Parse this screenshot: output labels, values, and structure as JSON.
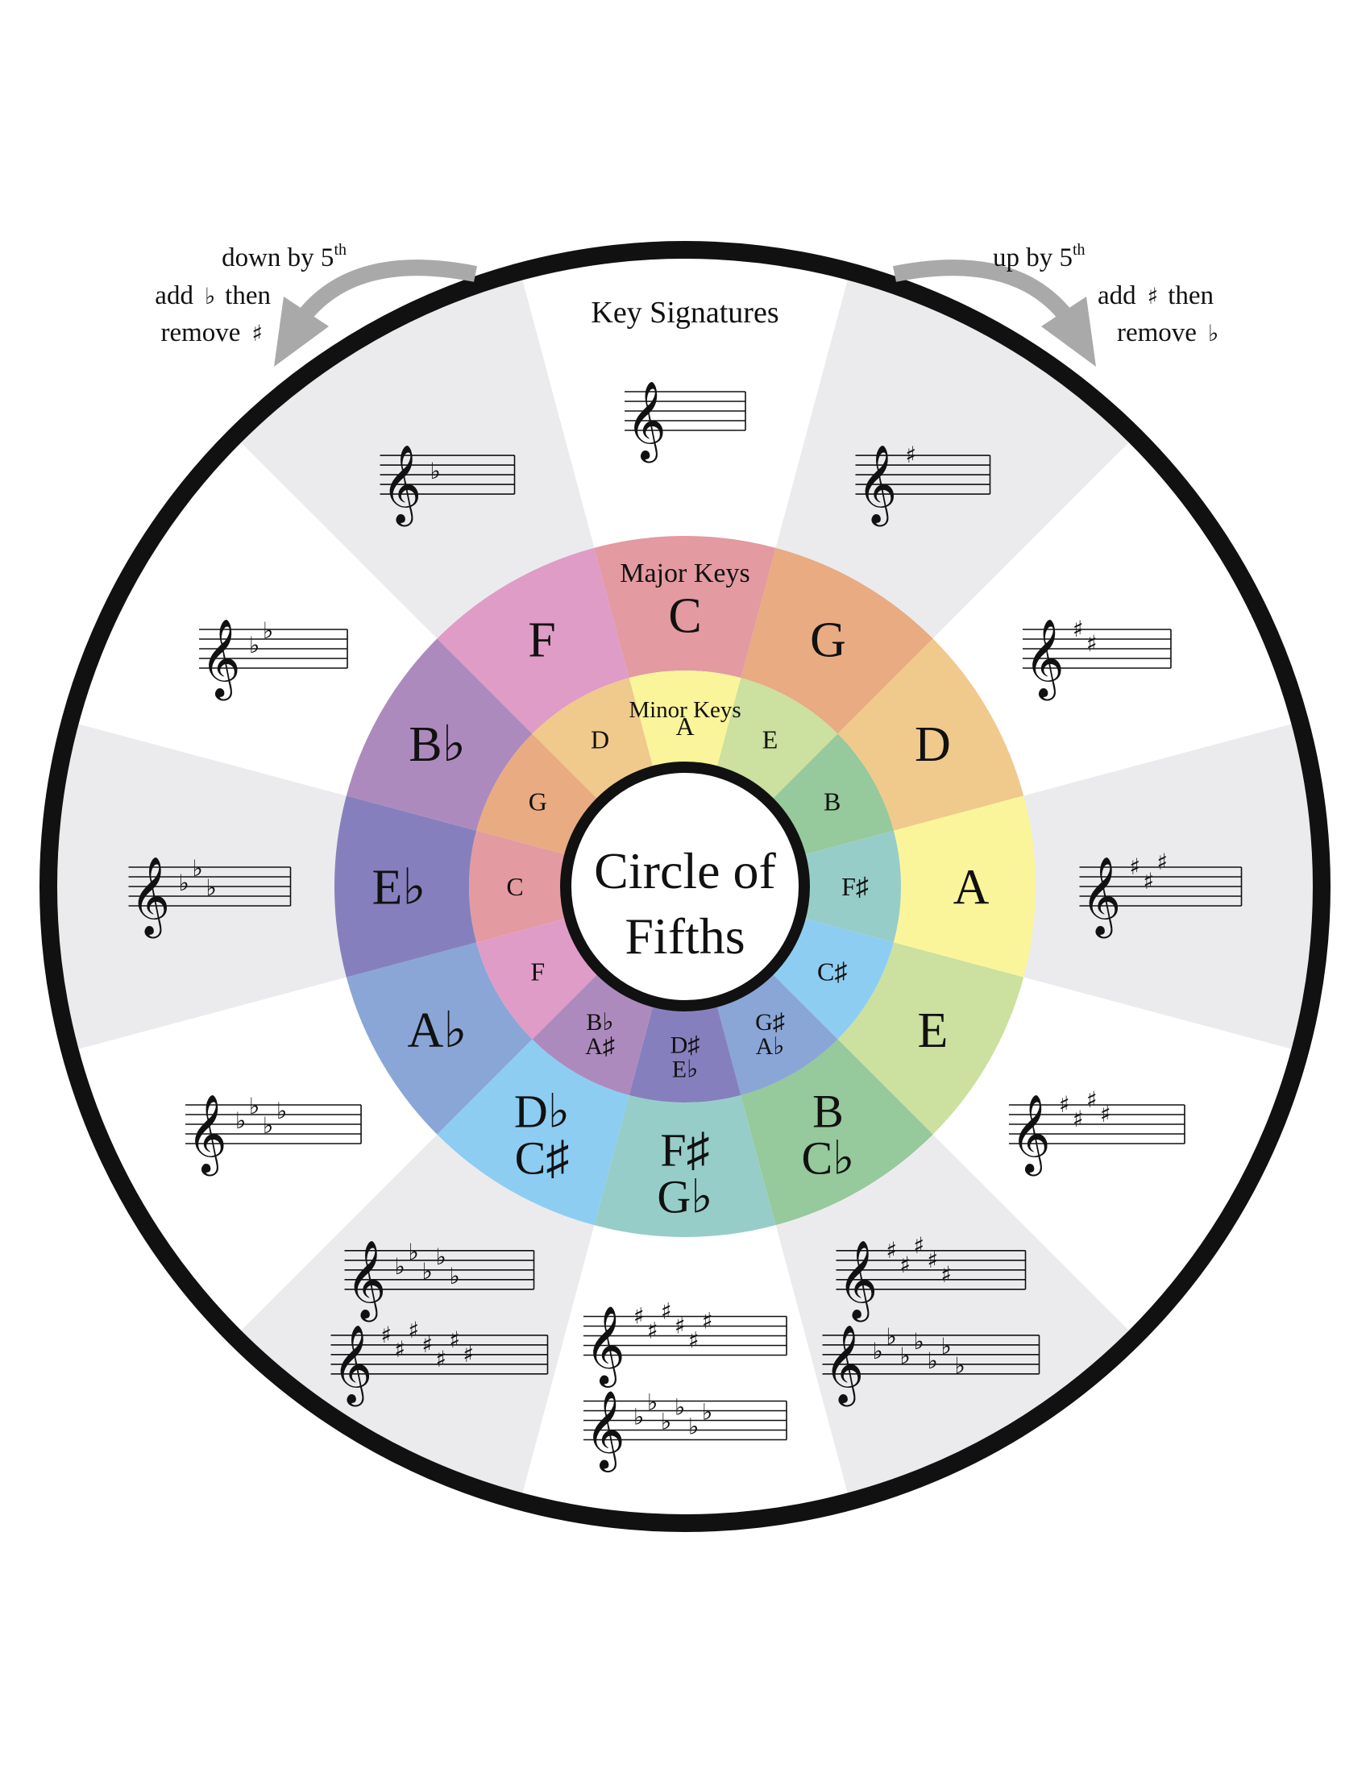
{
  "title": {
    "line1": "Circle of",
    "line2": "Fifths"
  },
  "ring_labels": {
    "outer": "Key Signatures",
    "major": "Major Keys",
    "minor": "Minor Keys"
  },
  "annotations": {
    "left": {
      "line1_main": "down by 5",
      "line1_sup": "th",
      "line2_pre": "add",
      "line2_symbol": "♭",
      "line2_post": "then",
      "line3_pre": "remove",
      "line3_symbol": "♯"
    },
    "right": {
      "line1_main": "up by 5",
      "line1_sup": "th",
      "line2_pre": "add",
      "line2_symbol": "♯",
      "line2_post": "then",
      "line3_pre": "remove",
      "line3_symbol": "♭"
    }
  },
  "major_keys": [
    {
      "label": [
        "C"
      ],
      "color": "#e39aa0"
    },
    {
      "label": [
        "G"
      ],
      "color": "#e8ab82"
    },
    {
      "label": [
        "D"
      ],
      "color": "#f0c98c"
    },
    {
      "label": [
        "A"
      ],
      "color": "#faf59a"
    },
    {
      "label": [
        "E"
      ],
      "color": "#cce09f"
    },
    {
      "label": [
        "B",
        "C♭"
      ],
      "color": "#96c99b"
    },
    {
      "label": [
        "F♯",
        "G♭"
      ],
      "color": "#97cdc8"
    },
    {
      "label": [
        "D♭",
        "C♯"
      ],
      "color": "#8dcdf2"
    },
    {
      "label": [
        "A♭"
      ],
      "color": "#89a6d6"
    },
    {
      "label": [
        "E♭"
      ],
      "color": "#8580bd"
    },
    {
      "label": [
        "B♭"
      ],
      "color": "#ad8abd"
    },
    {
      "label": [
        "F"
      ],
      "color": "#df9cc6"
    }
  ],
  "minor_keys": [
    {
      "label": [
        "A"
      ],
      "color": "#faf59a"
    },
    {
      "label": [
        "E"
      ],
      "color": "#cce09f"
    },
    {
      "label": [
        "B"
      ],
      "color": "#96c99b"
    },
    {
      "label": [
        "F♯"
      ],
      "color": "#97cdc8"
    },
    {
      "label": [
        "C♯"
      ],
      "color": "#8dcdf2"
    },
    {
      "label": [
        "G♯",
        "A♭"
      ],
      "color": "#89a6d6"
    },
    {
      "label": [
        "D♯",
        "E♭"
      ],
      "color": "#8580bd"
    },
    {
      "label": [
        "B♭",
        "A♯"
      ],
      "color": "#ad8abd"
    },
    {
      "label": [
        "F"
      ],
      "color": "#df9cc6"
    },
    {
      "label": [
        "C"
      ],
      "color": "#e39aa0"
    },
    {
      "label": [
        "G"
      ],
      "color": "#e8ab82"
    },
    {
      "label": [
        "D"
      ],
      "color": "#f0c98c"
    }
  ],
  "key_signatures": [
    {
      "staves": [
        {
          "type": "none",
          "count": 0
        }
      ]
    },
    {
      "staves": [
        {
          "type": "sharp",
          "count": 1
        }
      ]
    },
    {
      "staves": [
        {
          "type": "sharp",
          "count": 2
        }
      ]
    },
    {
      "staves": [
        {
          "type": "sharp",
          "count": 3
        }
      ]
    },
    {
      "staves": [
        {
          "type": "sharp",
          "count": 4
        }
      ]
    },
    {
      "staves": [
        {
          "type": "sharp",
          "count": 5
        },
        {
          "type": "flat",
          "count": 7
        }
      ]
    },
    {
      "staves": [
        {
          "type": "sharp",
          "count": 6
        },
        {
          "type": "flat",
          "count": 6
        }
      ]
    },
    {
      "staves": [
        {
          "type": "flat",
          "count": 5
        },
        {
          "type": "sharp",
          "count": 7
        }
      ]
    },
    {
      "staves": [
        {
          "type": "flat",
          "count": 4
        }
      ]
    },
    {
      "staves": [
        {
          "type": "flat",
          "count": 3
        }
      ]
    },
    {
      "staves": [
        {
          "type": "flat",
          "count": 2
        }
      ]
    },
    {
      "staves": [
        {
          "type": "flat",
          "count": 1
        }
      ]
    }
  ],
  "symbols": {
    "treble_clef": "𝄞",
    "sharp": "♯",
    "flat": "♭"
  },
  "colors": {
    "outer_ring_border": "#111111",
    "sector_light": "#ebebed",
    "sector_white": "#ffffff",
    "arrow": "#a9a9a9",
    "text": "#111111"
  }
}
